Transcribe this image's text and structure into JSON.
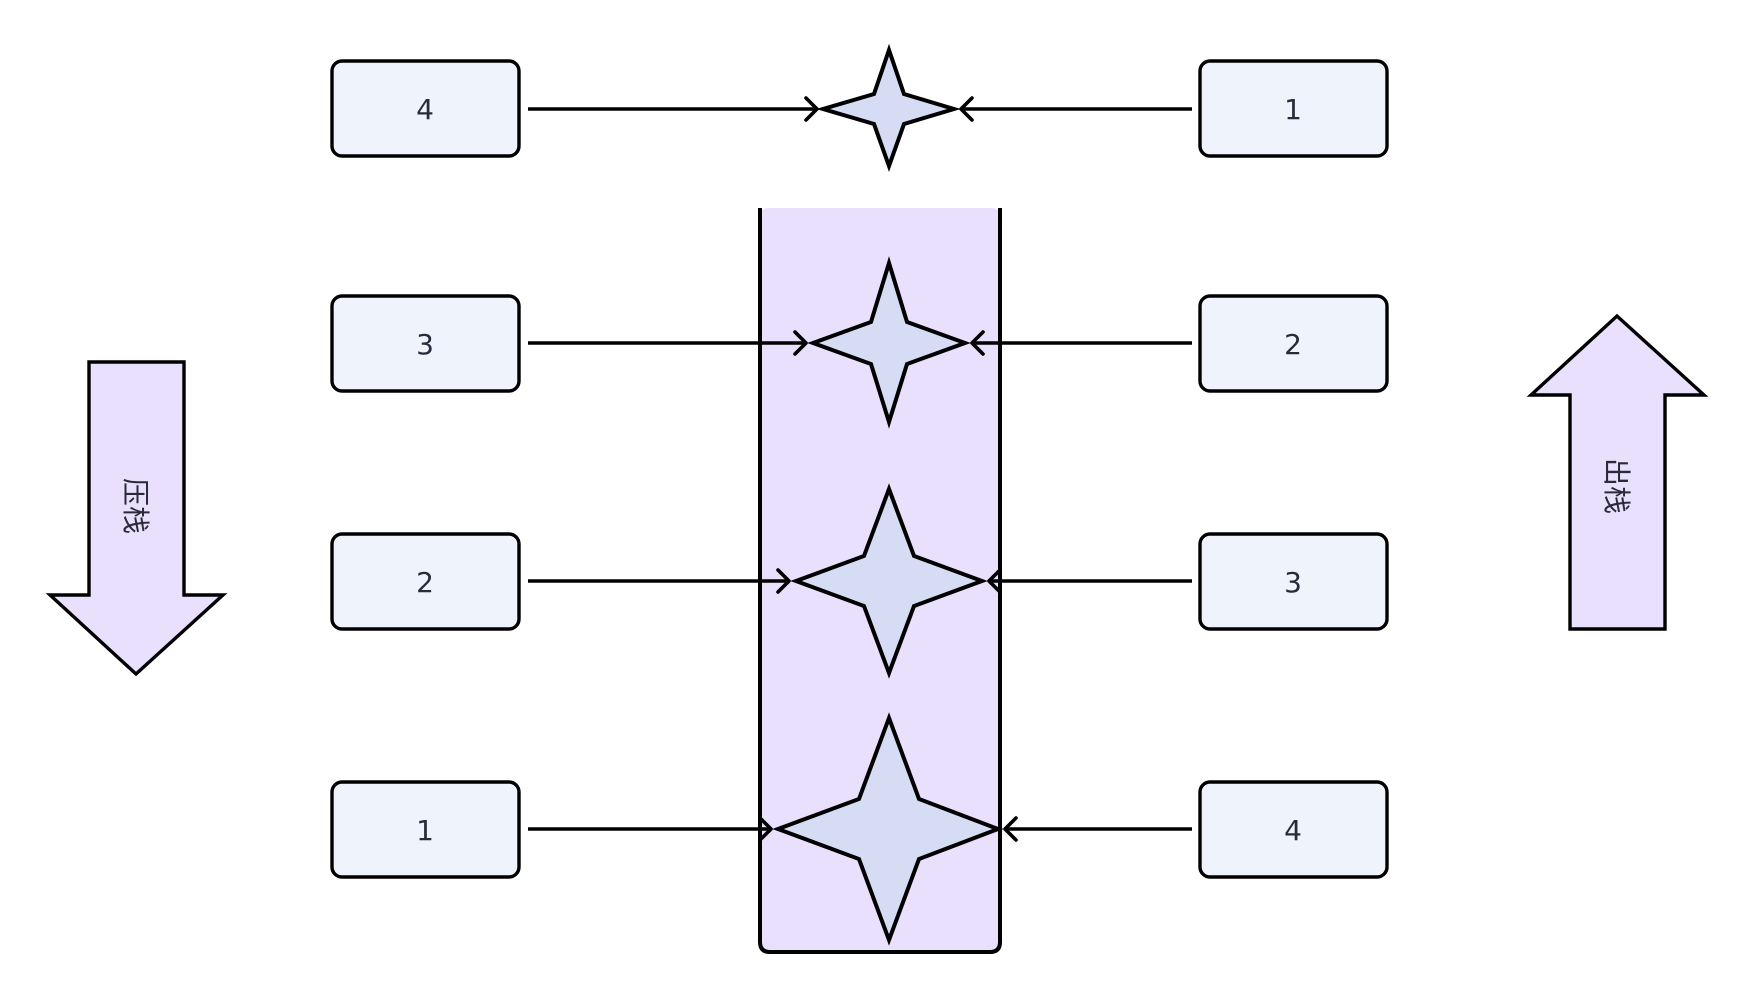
{
  "colors": {
    "box_fill": "#EEF3FC",
    "star_fill": "#D6DCF3",
    "stack_fill": "#E8E0FD",
    "arrow_fill": "#E8E0FD",
    "stroke": "#000000",
    "text": "#2A2A3A"
  },
  "left_column": [
    {
      "label": "4"
    },
    {
      "label": "3"
    },
    {
      "label": "2"
    },
    {
      "label": "1"
    }
  ],
  "right_column": [
    {
      "label": "1"
    },
    {
      "label": "2"
    },
    {
      "label": "3"
    },
    {
      "label": "4"
    }
  ],
  "push_arrow": {
    "label": "压栈",
    "direction": "down"
  },
  "pop_arrow": {
    "label": "出栈",
    "direction": "up"
  },
  "stack": {
    "shape": "open-top container",
    "element_shape": "four-point-star"
  }
}
